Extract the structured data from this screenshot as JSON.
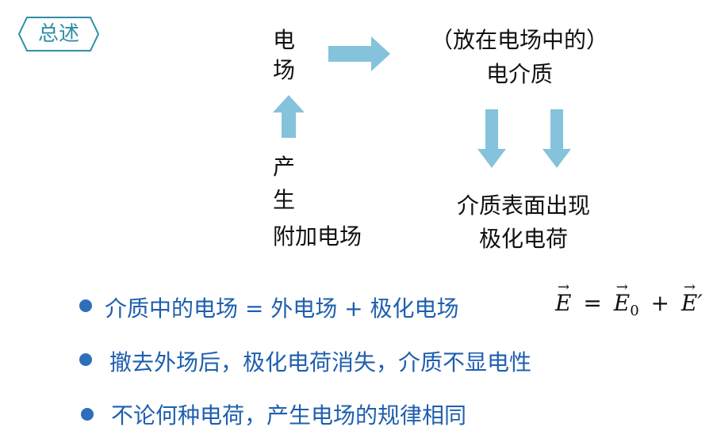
{
  "badge": {
    "label": "总述",
    "color": "#2f8ea6"
  },
  "diagram": {
    "field_line1": "电",
    "field_line2": "场",
    "dielectric_line1": "（放在电场中的）",
    "dielectric_line2": "电介质",
    "produce_line1": "产",
    "produce_line2": "生",
    "produce_line3": "附加电场",
    "surface_line1": "介质表面出现",
    "surface_line2": "极化电荷",
    "arrow_color": "#84c3db"
  },
  "bullets": [
    {
      "text": "介质中的电场 = 外电场 + 极化电场"
    },
    {
      "text": "撤去外场后，极化电荷消失，介质不显电性"
    },
    {
      "text": "不论何种电荷，产生电场的规律相同"
    }
  ],
  "formula": {
    "lhs": "E",
    "eq": "=",
    "term1": "E",
    "term1_sub": "0",
    "plus": "+",
    "term2": "E′"
  }
}
